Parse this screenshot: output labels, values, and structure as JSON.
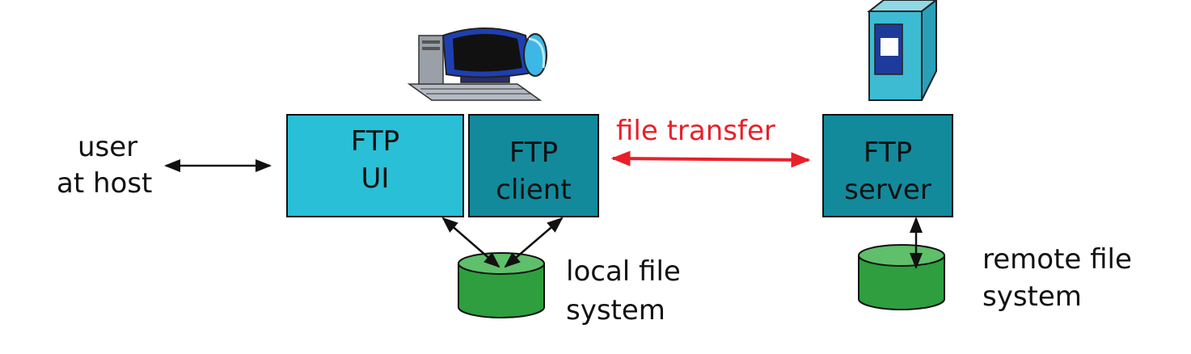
{
  "user_label": {
    "line1": "user",
    "line2": "at host"
  },
  "ftp_ui": {
    "line1": "FTP",
    "line2": "UI"
  },
  "ftp_client": {
    "line1": "FTP",
    "line2": "client"
  },
  "ftp_server": {
    "line1": "FTP",
    "line2": "server"
  },
  "file_transfer_label": "file transfer",
  "local_fs_label": {
    "line1": "local file",
    "line2": "system"
  },
  "remote_fs_label": {
    "line1": "remote file",
    "line2": "system"
  },
  "colors": {
    "ui_box": "#29BFD6",
    "client_box": "#128A9C",
    "server_box": "#128A9C",
    "disk": "#2E9E3E",
    "disk_top": "#5FBF6A",
    "transfer_arrow": "#E8202A",
    "server_tower": "#3DBBD3",
    "server_panel": "#1E3A9A"
  }
}
